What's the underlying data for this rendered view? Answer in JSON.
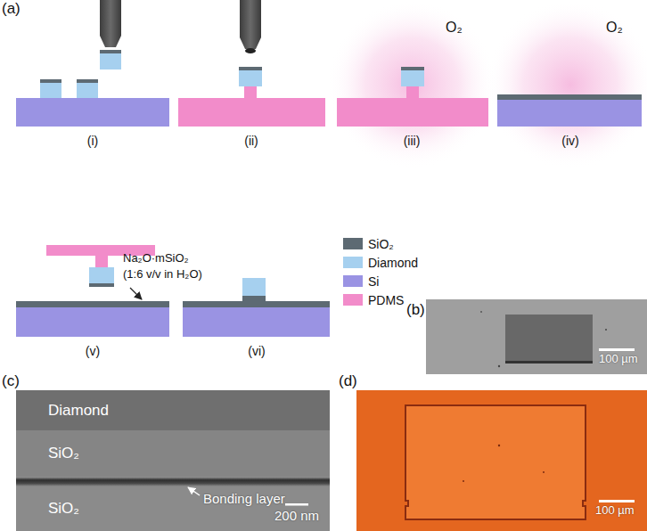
{
  "diagram": {
    "nodes": [
      {
        "text": [
          "Diamond"
        ]
      },
      {
        "text": [
          "SiO₂"
        ]
      },
      {
        "text": [
          "SiO₂"
        ]
      }
    ],
    "labels": [
      "(a)",
      "(i)",
      "(ii)",
      "(iii)",
      "O₂",
      "(iv)",
      "O₂",
      "Na₂O·mSiO₂",
      "(1:6 v/v in H₂O)",
      "(v)",
      "(vi)",
      "(b)",
      "100 µm",
      "(c)",
      "Bonding layer",
      "200 nm",
      "(d)",
      "100 µm"
    ],
    "legend": [
      {
        "text": "SiO₂",
        "color": "#5d6a73"
      },
      {
        "text": "Diamond",
        "color": "#a6d0ef"
      },
      {
        "text": "Si",
        "color": "#9a93e3"
      },
      {
        "text": "PDMS",
        "color": "#f28cca"
      }
    ]
  }
}
